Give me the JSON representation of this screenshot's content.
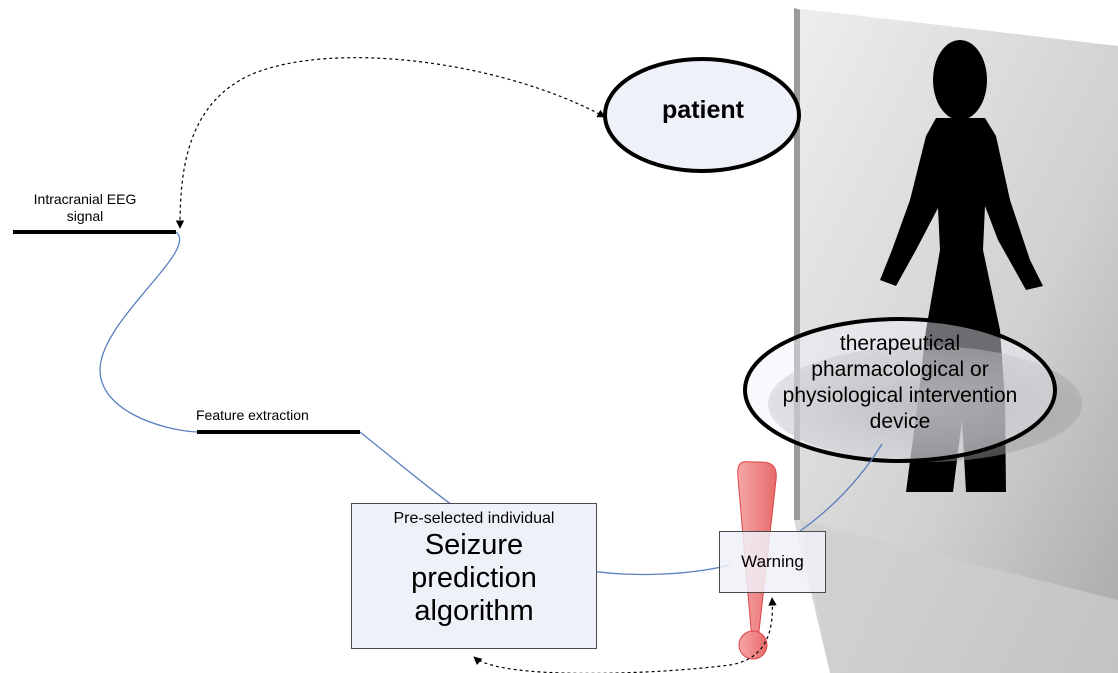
{
  "labels": {
    "eeg_signal": "Intracranial EEG\nsignal",
    "feature_extraction": "Feature extraction",
    "patient": "patient",
    "intervention": "therapeutical\npharmacological or\nphysiological intervention\ndevice",
    "algorithm_subtitle": "Pre-selected individual",
    "algorithm_title": "Seizure\nprediction\nalgorithm",
    "warning": "Warning"
  },
  "colors": {
    "connector": "#5b7fbf",
    "exclamation": "#f28b8b",
    "box_fill": "#eef1f8",
    "silhouette": "#000000"
  }
}
